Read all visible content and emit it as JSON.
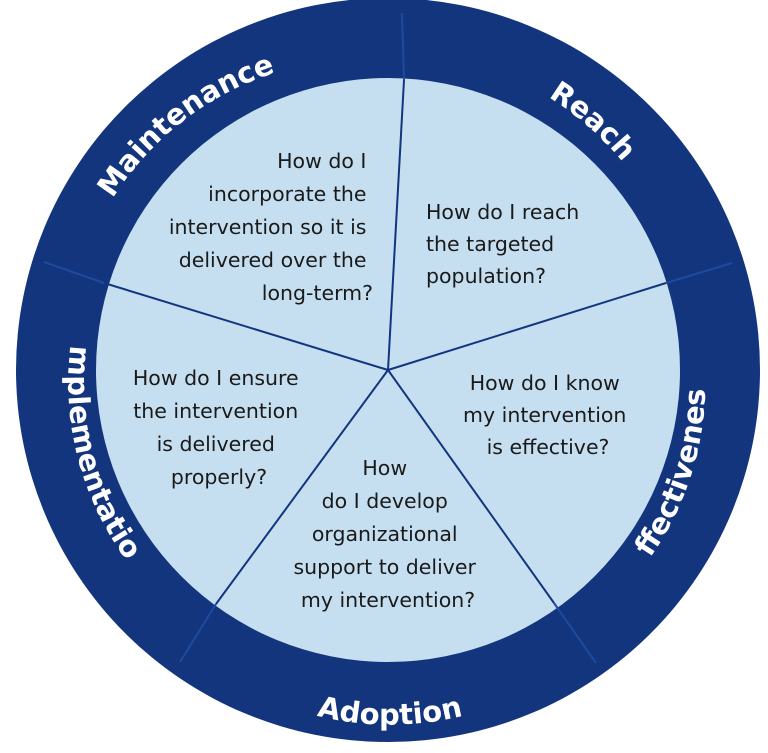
{
  "colors": {
    "ring": "#12357e",
    "inner": "#c5dff0",
    "divider": "#12357e",
    "text": "#1a1a1a",
    "label": "#ffffff"
  },
  "segments": [
    {
      "id": "reach",
      "label": "Reach",
      "question": [
        "How do I reach",
        "the targeted",
        "population?"
      ]
    },
    {
      "id": "effectiveness",
      "label": "Effectiveness",
      "question": [
        "How do I know",
        "my intervention",
        "is effective?"
      ]
    },
    {
      "id": "adoption",
      "label": "Adoption",
      "question": [
        "How",
        "do I develop",
        "organizational",
        "support to deliver",
        "my intervention?"
      ]
    },
    {
      "id": "implementation",
      "label": "Implementation",
      "question": [
        "How do I ensure",
        "the intervention",
        "is delivered",
        "properly?"
      ]
    },
    {
      "id": "maintenance",
      "label": "Maintenance",
      "question": [
        "How do I",
        "incorporate the",
        "intervention so it is",
        "delivered over the",
        "long-term?"
      ]
    }
  ]
}
